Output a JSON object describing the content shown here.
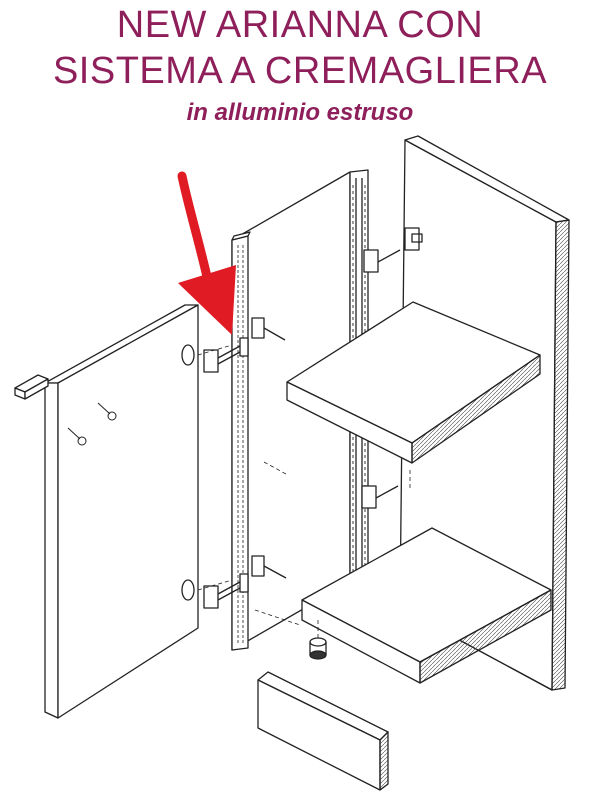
{
  "title": {
    "line1": "NEW ARIANNA CON",
    "line2": "SISTEMA A CREMAGLIERA",
    "subtitle": "in alluminio estruso"
  },
  "colors": {
    "title": "#8e1f5a",
    "arrow": "#e01b24",
    "line": "#222222"
  },
  "icons": {
    "arrow": "red-arrow-icon"
  }
}
